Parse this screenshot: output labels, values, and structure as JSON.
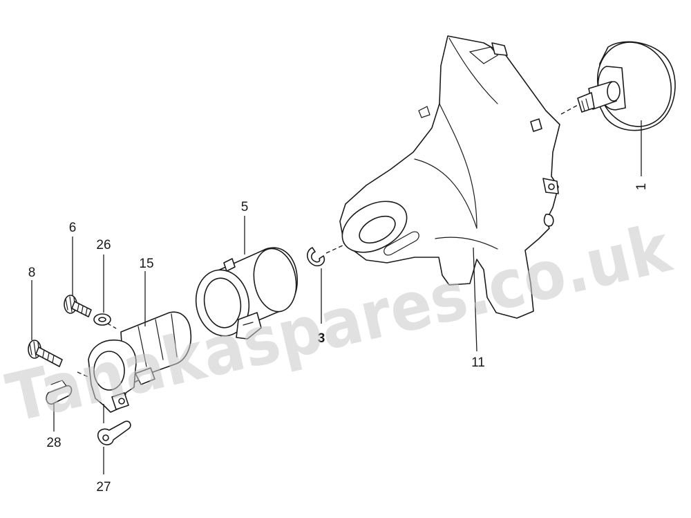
{
  "watermark": "Tanakaspares.co.uk",
  "colors": {
    "line": "#1a1a1a",
    "watermark": "#c9c9c9",
    "background": "#ffffff"
  },
  "parts": [
    {
      "id": "clutch-drum",
      "label": "1"
    },
    {
      "id": "clip",
      "label": "3"
    },
    {
      "id": "pipe-clamp",
      "label": "5"
    },
    {
      "id": "bolt-6",
      "label": "6"
    },
    {
      "id": "bolt-8",
      "label": "8"
    },
    {
      "id": "clutch-case",
      "label": "11"
    },
    {
      "id": "handle-holder",
      "label": "15"
    },
    {
      "id": "washer",
      "label": "26"
    },
    {
      "id": "plate",
      "label": "27"
    },
    {
      "id": "clip-28",
      "label": "28"
    }
  ]
}
